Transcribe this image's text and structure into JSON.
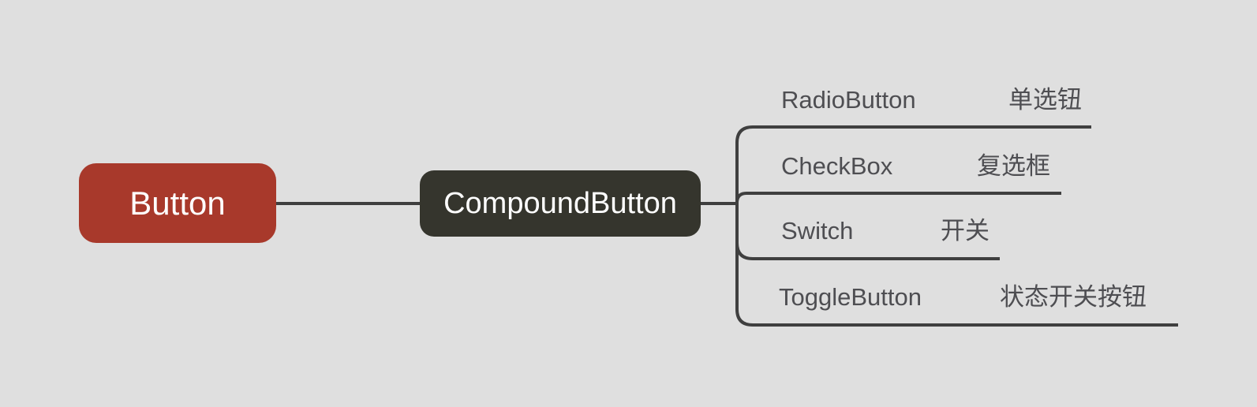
{
  "canvas": {
    "background_color": "#dfdfdf",
    "line_color": "#3f3f3f"
  },
  "root_topic": {
    "label": "Button",
    "fill_color": "#a8392b",
    "text_color": "#ffffff"
  },
  "sub_topic": {
    "label": "CompoundButton",
    "fill_color": "#35352d",
    "text_color": "#ffffff"
  },
  "leaf_topics": [
    {
      "label": "RadioButton",
      "annotation": "单选钮"
    },
    {
      "label": "CheckBox",
      "annotation": "复选框"
    },
    {
      "label": "Switch",
      "annotation": "开关"
    },
    {
      "label": "ToggleButton",
      "annotation": "状态开关按钮"
    }
  ],
  "leaf_text_color": "#4e4e52"
}
